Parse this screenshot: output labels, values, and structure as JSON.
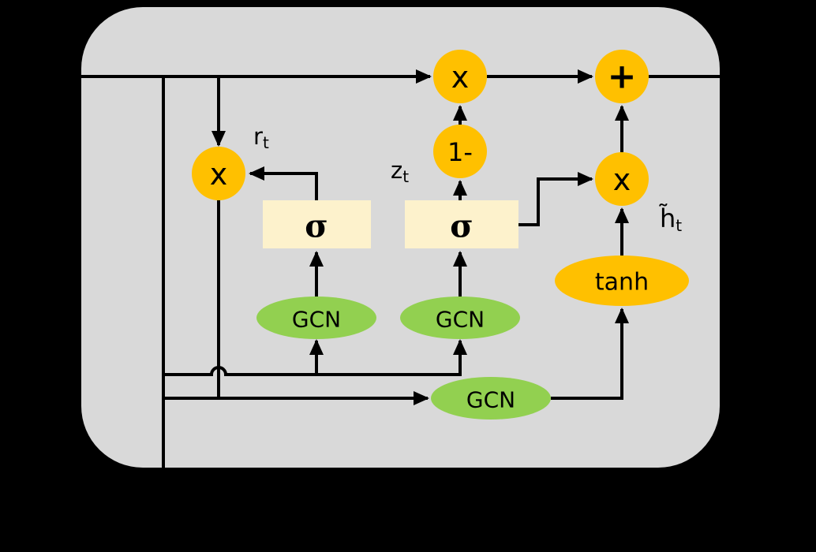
{
  "diagram": {
    "nodes": {
      "multiply": "x",
      "add": "+",
      "one_minus": "1-",
      "sigma": "σ",
      "gcn": "GCN",
      "tanh": "tanh"
    },
    "labels": {
      "reset_gate": {
        "main": "r",
        "sub": "t"
      },
      "update_gate": {
        "main": "z",
        "sub": "t"
      },
      "candidate": {
        "main": "h̃",
        "sub": "t"
      }
    },
    "colors": {
      "background": "#000000",
      "cell_fill": "#d9d9d9",
      "node_fill": "#ffc000",
      "gcn_fill": "#92d050",
      "sigma_fill": "#fdf2cc",
      "line": "#000000",
      "text": "#000000"
    }
  }
}
